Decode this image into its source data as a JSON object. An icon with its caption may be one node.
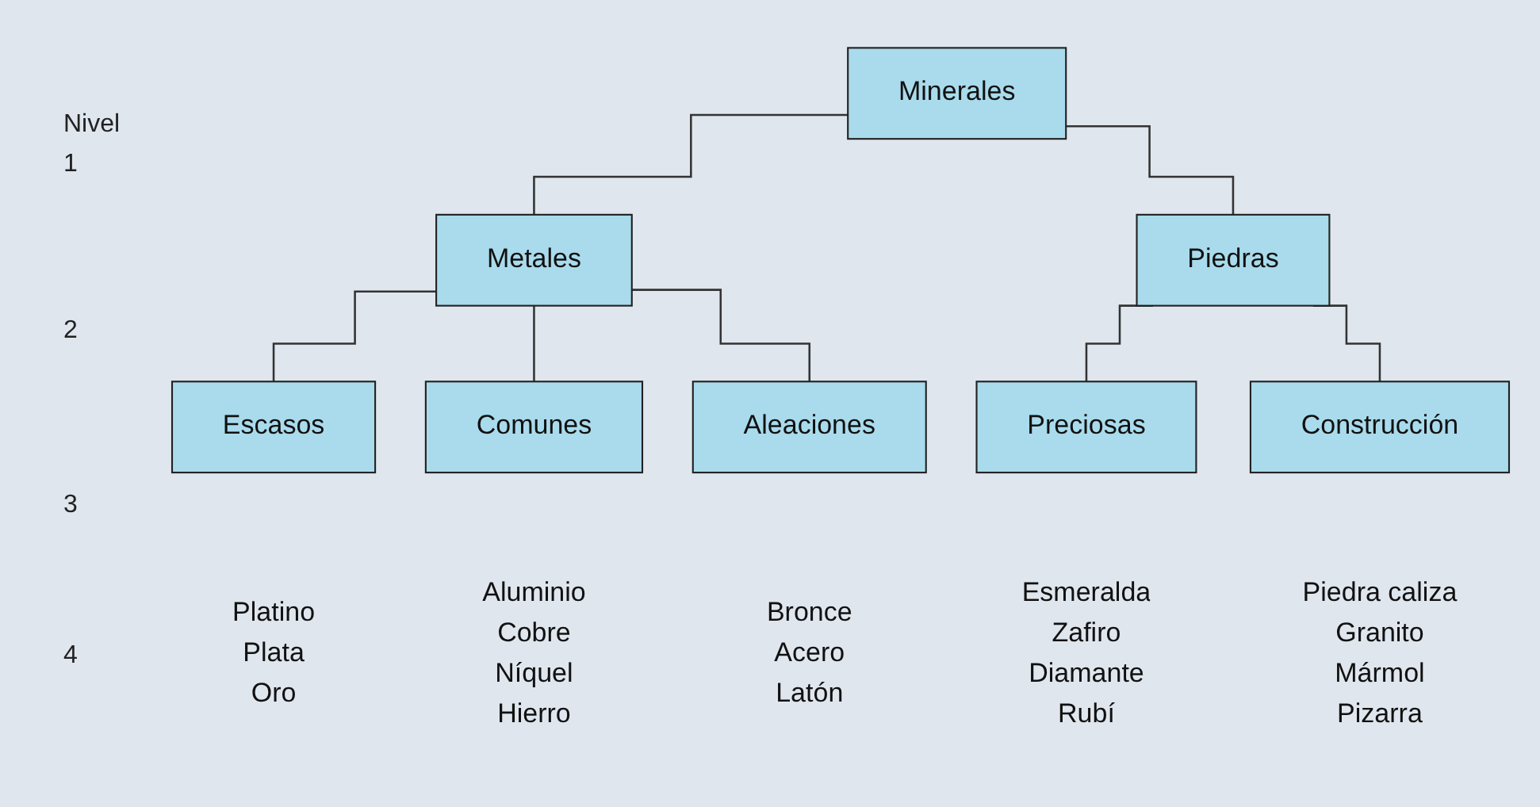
{
  "diagram": {
    "nodes": [
      {
        "text": [
          "Minerales"
        ]
      },
      {
        "text": [
          "Metales"
        ]
      },
      {
        "text": [
          "Piedras"
        ]
      },
      {
        "text": [
          "Escasos"
        ],
        "beside": [
          "Platino",
          "Plata",
          "Oro"
        ]
      },
      {
        "text": [
          "Comunes"
        ],
        "beside": [
          "Aluminio",
          "Cobre",
          "Níquel",
          "Hierro"
        ]
      },
      {
        "text": [
          "Aleaciones"
        ],
        "beside": [
          "Bronce",
          "Acero",
          "Latón"
        ]
      },
      {
        "text": [
          "Preciosas"
        ],
        "beside": [
          "Esmeralda",
          "Zafiro",
          "Diamante",
          "Rubí"
        ]
      },
      {
        "text": [
          "Construcción"
        ],
        "beside": [
          "Piedra caliza",
          "Granito",
          "Mármol",
          "Pizarra"
        ]
      }
    ],
    "edges": [
      {
        "from": 0,
        "to": 1,
        "arrow": "none"
      },
      {
        "from": 0,
        "to": 2,
        "arrow": "none"
      },
      {
        "from": 1,
        "to": 3,
        "arrow": "none"
      },
      {
        "from": 1,
        "to": 4,
        "arrow": "none"
      },
      {
        "from": 1,
        "to": 5,
        "arrow": "none"
      },
      {
        "from": 2,
        "to": 6,
        "arrow": "none"
      },
      {
        "from": 2,
        "to": 7,
        "arrow": "none"
      }
    ],
    "labels": [
      "Nivel",
      "1",
      "2",
      "3",
      "4"
    ]
  }
}
